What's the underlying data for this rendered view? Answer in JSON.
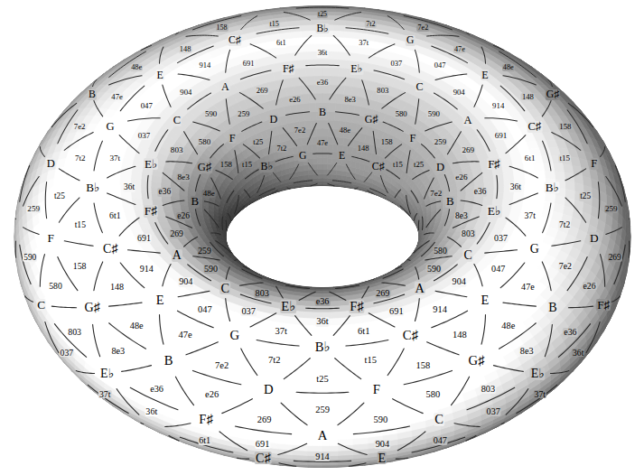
{
  "diagram": {
    "labels": [
      "C♯",
      "E",
      "G",
      "B♭",
      "t15",
      "148",
      "47e",
      "7t2",
      "t15",
      "7e2",
      "t25",
      "158",
      "48e",
      "7e2",
      "t25",
      "158",
      "48e",
      "B",
      "D",
      "F",
      "G♯",
      "B",
      "D",
      "F",
      "G♯",
      "B",
      "580",
      "8e3",
      "e26",
      "259",
      "580",
      "8e3",
      "e26",
      "259",
      "580",
      "8e3",
      "e26",
      "259",
      "590",
      "803",
      "e36",
      "269",
      "590",
      "803",
      "e36",
      "269",
      "590",
      "803",
      "e36",
      "269",
      "590",
      "803",
      "e36",
      "269",
      "A",
      "C",
      "E♭",
      "F♯",
      "A",
      "C",
      "E♭",
      "F♯",
      "A",
      "C",
      "E♭",
      "F♯",
      "A",
      "C",
      "E♭",
      "F♯",
      "904",
      "037",
      "36t",
      "691",
      "904",
      "037",
      "36t",
      "691",
      "904",
      "037",
      "36t",
      "691",
      "904",
      "037",
      "36t",
      "691",
      "914",
      "047",
      "37t",
      "6t1",
      "914",
      "047",
      "37t",
      "6t1",
      "914",
      "047",
      "37t",
      "6t1",
      "914",
      "047",
      "37t",
      "6t1",
      "C♯",
      "E",
      "G",
      "B♭",
      "C♯",
      "E",
      "G",
      "B♭",
      "C♯",
      "E",
      "G",
      "B♭",
      "C♯",
      "E",
      "G",
      "B♭",
      "148",
      "47e",
      "7t2",
      "t15",
      "148",
      "47e",
      "7t2",
      "t15",
      "148",
      "47e",
      "7t2",
      "t15",
      "148",
      "47e",
      "7t2",
      "t15",
      "158",
      "48e",
      "7e2",
      "t25",
      "158",
      "48e",
      "7e2",
      "t25",
      "158",
      "48e",
      "7e2",
      "t25",
      "158",
      "48e",
      "7e2",
      "t25",
      "F",
      "G♯",
      "B",
      "D",
      "F",
      "G♯",
      "B",
      "D",
      "F",
      "G♯",
      "B",
      "D",
      "580",
      "8e3",
      "e26",
      "259",
      "580",
      "8e3",
      "e26",
      "259",
      "259",
      "590",
      "803",
      "e36",
      "269",
      "590",
      "803",
      "e36",
      "269",
      "C",
      "E♭",
      "F♯",
      "A",
      "C",
      "E♭",
      "F♯",
      "037",
      "36t",
      "691",
      "904",
      "037",
      "36t",
      "37t",
      "6t1",
      "914",
      "047",
      "37t",
      "C♯",
      "E"
    ]
  }
}
